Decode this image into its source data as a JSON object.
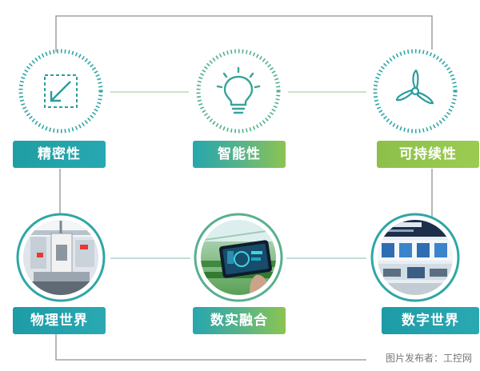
{
  "diagram": {
    "top_row": [
      {
        "label": "精密性",
        "icon": "resize-arrow-icon"
      },
      {
        "label": "智能性",
        "icon": "lightbulb-icon"
      },
      {
        "label": "可持续性",
        "icon": "wind-turbine-icon"
      }
    ],
    "bottom_row": [
      {
        "label": "物理世界",
        "photo": "factory-machinery-photo"
      },
      {
        "label": "数实融合",
        "photo": "digital-tablet-photo"
      },
      {
        "label": "数字世界",
        "photo": "digital-exhibition-photo"
      }
    ],
    "colors": {
      "teal": "#1f9fa3",
      "green": "#8cc451",
      "line": "#9aa0a6"
    }
  },
  "credit": "图片发布者：工控网"
}
